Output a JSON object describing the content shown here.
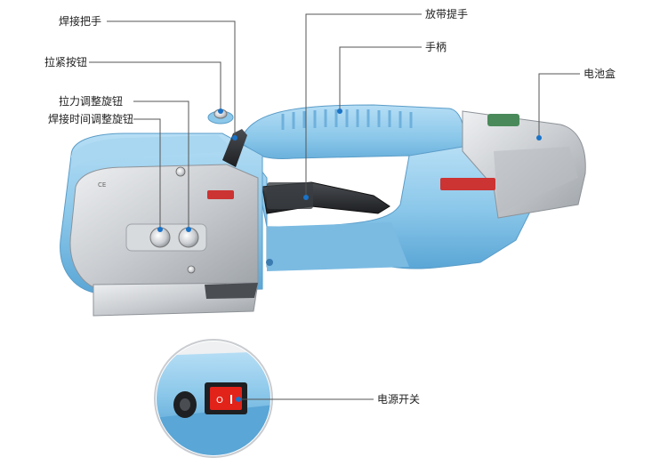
{
  "labels": {
    "weld_handle": "焊接把手",
    "tension_button": "拉紧按钮",
    "tension_knob": "拉力调整旋钮",
    "weld_time_knob": "焊接时间调整旋钮",
    "strap_release_handle": "放带提手",
    "handle": "手柄",
    "battery_box": "电池盒",
    "power_switch": "电源开关"
  },
  "colors": {
    "body_blue": "#8cc8ea",
    "body_blue_dark": "#5aa6d6",
    "metal": "#c9ccd0",
    "metal_dark": "#8e9399",
    "switch_red": "#e2231a",
    "accent_line": "#555555"
  }
}
